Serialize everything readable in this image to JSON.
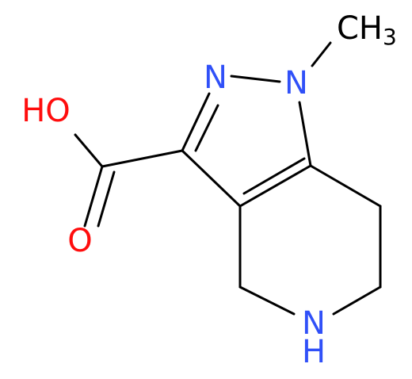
{
  "atoms": {
    "n1": {
      "text": "N",
      "color": "#3050f8"
    },
    "n2": {
      "text": "N",
      "color": "#3050f8"
    },
    "nh": {
      "text": "N",
      "color": "#3050f8"
    },
    "h_nh": {
      "text": "H",
      "color": "#3050f8"
    },
    "o_carbonyl": {
      "text": "O",
      "color": "#ff0d0d"
    },
    "ho": {
      "text": "HO",
      "color": "#ff0d0d"
    },
    "ch3_c": {
      "text": "CH",
      "color": "#000000"
    },
    "ch3_sub": {
      "text": "3",
      "color": "#000000"
    }
  },
  "colors": {
    "bond": "#000000",
    "nitrogen": "#3050f8",
    "oxygen": "#ff0d0d",
    "carbon": "#000000"
  }
}
